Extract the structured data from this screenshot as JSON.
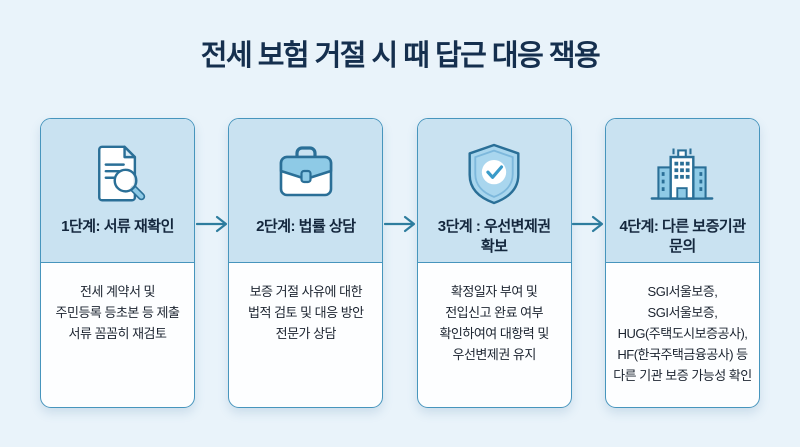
{
  "title": "전세 보험 거절 시 때 답근 대응 잭용",
  "steps": [
    {
      "icon": "document-search-icon",
      "title": "1단계: 서류 재확인",
      "body": "전세 계약서 및\n주민등록 등초본 등 제출\n서류 꼼꼼히 재검토"
    },
    {
      "icon": "briefcase-icon",
      "title": "2단계: 법률 상담",
      "body": "보증 거절 사유에 대한\n법적 검토 및 대응 방안\n전문가 상담"
    },
    {
      "icon": "shield-check-icon",
      "title": "3단계 : 우선변제권\n확보",
      "body": "확정일자 부여 및\n전입신고 완료 여부\n확인하여여 대항력 및\n우선변제권 유지"
    },
    {
      "icon": "building-icon",
      "title": "4단계: 다른 보증기관\n문의",
      "body": "SGI서울보증,\nSGI서울보증,\nHUG(주택도시보증공사),\nHF(한국주택금융공사) 등\n다른 기관 보증 가능성 확인"
    }
  ],
  "colors": {
    "background": "#e9f3fa",
    "card_header_fill": "#c9e2f1",
    "card_body_fill": "#fdfeff",
    "card_border": "#4795bd",
    "title_text": "#152f4e",
    "body_text": "#1c2430",
    "arrow": "#2e7d9e",
    "icon_outline": "#2a6f97",
    "icon_fill": "#8ecae6"
  }
}
